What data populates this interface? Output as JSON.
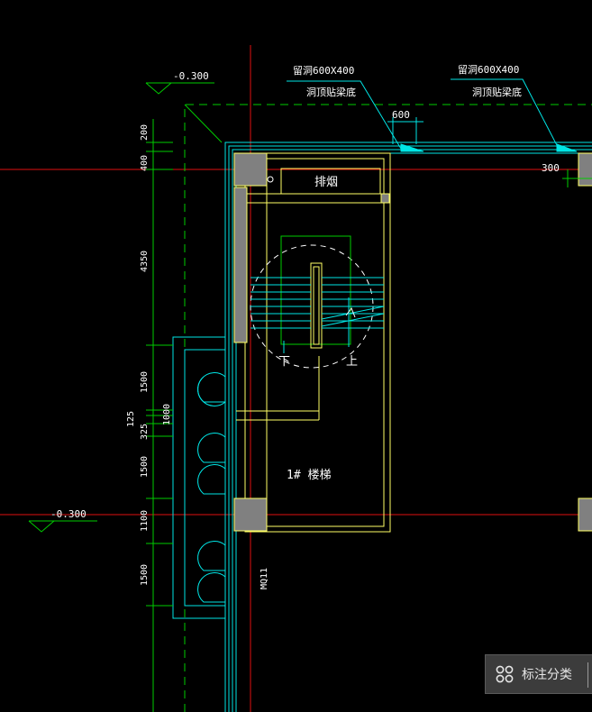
{
  "drawing": {
    "level_top": "-0.300",
    "level_left": "-0.300",
    "opening_1": "留洞600X400",
    "opening_1_note": "洞顶贴梁底",
    "opening_2": "留洞600X400",
    "opening_2_note": "洞顶贴梁底",
    "dim_600": "600",
    "dim_300": "300",
    "chimney": "排烟",
    "stair_down": "下",
    "stair_up": "上",
    "stair_name": "1# 楼梯",
    "door_tag": "MQ11",
    "vdims": [
      "200",
      "400",
      "4350",
      "1500",
      "125",
      "325",
      "1000",
      "1500",
      "1100",
      "1500"
    ]
  },
  "panel": {
    "label": "标注分类",
    "icon": "grid-apps-icon"
  },
  "colors": {
    "background": "#000000",
    "axis": "#e01010",
    "wall": "#ffff66",
    "dimension": "#00cc00",
    "detail": "#00ffff",
    "text": "#ffffff",
    "column": "#808080"
  }
}
